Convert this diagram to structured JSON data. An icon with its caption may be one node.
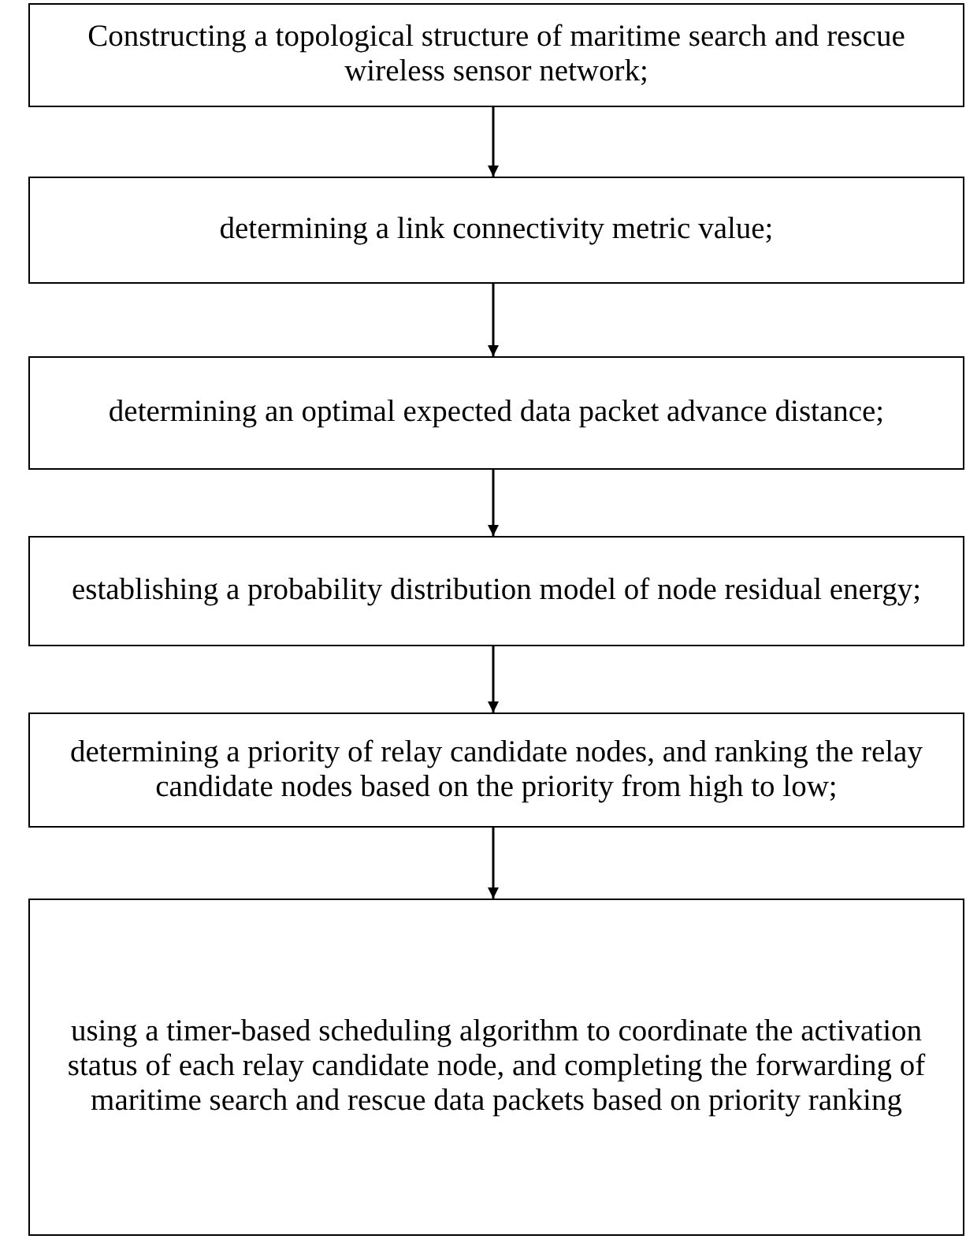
{
  "diagram": {
    "nodes": [
      {
        "text": [
          "Constructing a topological structure of maritime search and rescue wireless sensor network;"
        ]
      },
      {
        "text": [
          "determining a link connectivity metric value;"
        ]
      },
      {
        "text": [
          "determining an optimal expected data packet advance distance;"
        ]
      },
      {
        "text": [
          "establishing a probability distribution model of node residual energy;"
        ]
      },
      {
        "text": [
          "determining a priority of relay candidate nodes, and ranking the relay candidate nodes based on the priority from high to low;"
        ]
      },
      {
        "text": [
          "using a timer-based scheduling algorithm to coordinate the activation status of each relay candidate node, and completing the forwarding of maritime search and rescue data packets based on priority ranking"
        ]
      }
    ],
    "edges": [
      {
        "from": 0,
        "to": 1,
        "arrow": "to"
      },
      {
        "from": 1,
        "to": 2,
        "arrow": "to"
      },
      {
        "from": 2,
        "to": 3,
        "arrow": "to"
      },
      {
        "from": 3,
        "to": 4,
        "arrow": "to"
      },
      {
        "from": 4,
        "to": 5,
        "arrow": "to"
      }
    ]
  }
}
